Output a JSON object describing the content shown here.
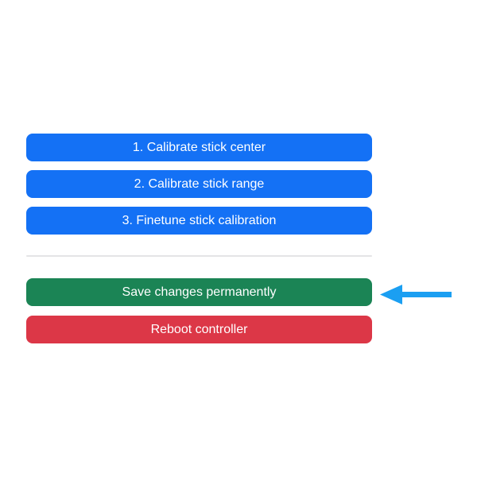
{
  "calibration_steps": {
    "buttons": [
      {
        "label": "1. Calibrate stick center"
      },
      {
        "label": "2. Calibrate stick range"
      },
      {
        "label": "3. Finetune stick calibration"
      }
    ]
  },
  "actions": {
    "save": {
      "label": "Save changes permanently"
    },
    "reboot": {
      "label": "Reboot controller"
    }
  },
  "annotations": {
    "arrow": {
      "icon": "arrow-left-icon",
      "direction": "left",
      "points_to": "save-changes-button",
      "color": "#1b9ff2"
    }
  },
  "colors": {
    "step_button": "#1471f5",
    "save_button": "#1b8455",
    "reboot_button": "#dc3747",
    "button_text": "#ffffff",
    "divider": "#e4e4e6",
    "background": "#ffffff"
  }
}
